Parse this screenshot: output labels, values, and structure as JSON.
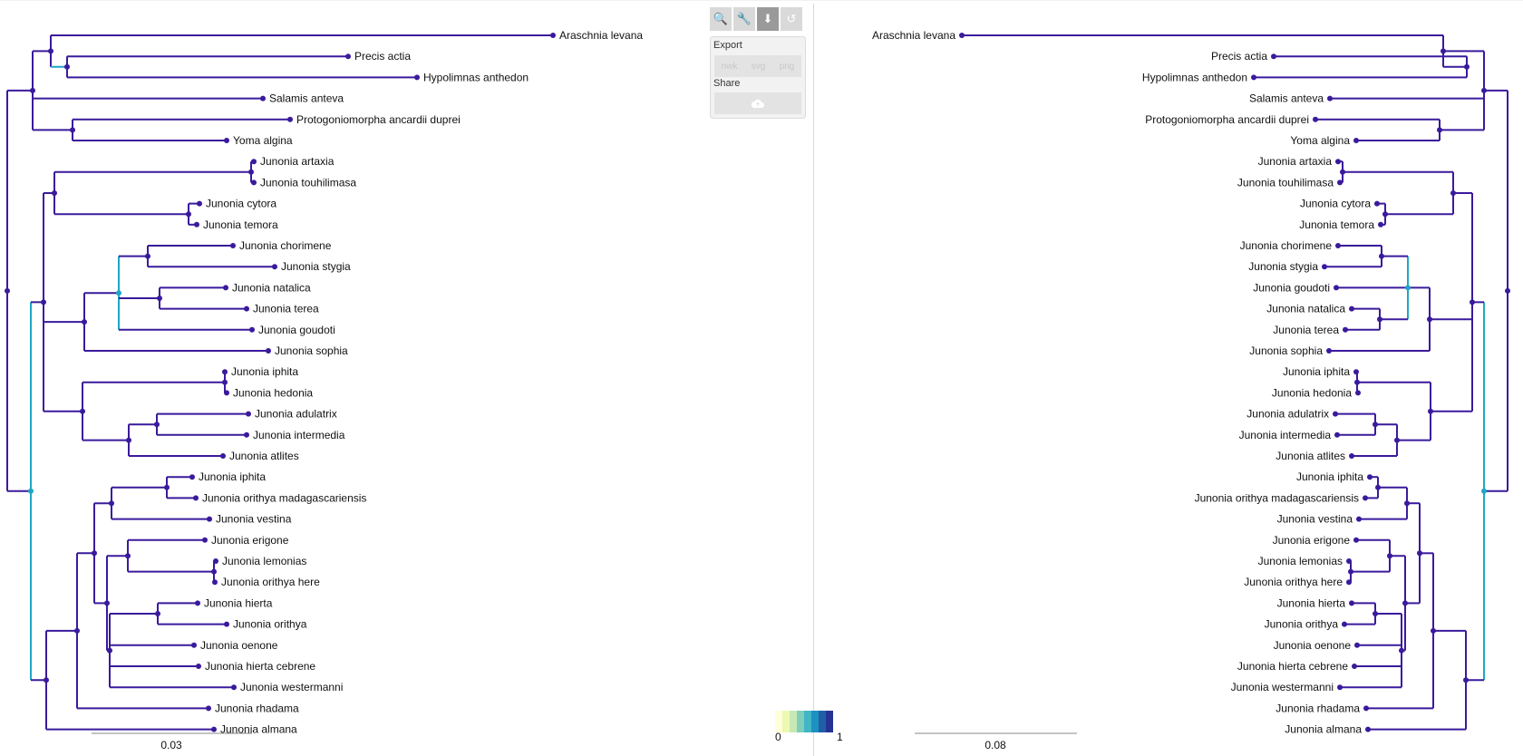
{
  "left_tree": {
    "scale_label": "0.03",
    "tips": [
      "Araschnia levana",
      "Precis actia",
      "Hypolimnas anthedon",
      "Salamis anteva",
      "Protogoniomorpha ancardii duprei",
      "Yoma algina",
      "Junonia artaxia",
      "Junonia touhilimasa",
      "Junonia cytora",
      "Junonia temora",
      "Junonia chorimene",
      "Junonia stygia",
      "Junonia natalica",
      "Junonia terea",
      "Junonia goudoti",
      "Junonia sophia",
      "Junonia iphita",
      "Junonia hedonia",
      "Junonia adulatrix",
      "Junonia intermedia",
      "Junonia atlites",
      "Junonia iphita",
      "Junonia orithya madagascariensis",
      "Junonia vestina",
      "Junonia erigone",
      "Junonia lemonias",
      "Junonia orithya here",
      "Junonia hierta",
      "Junonia orithya",
      "Junonia oenone",
      "Junonia hierta cebrene",
      "Junonia westermanni",
      "Junonia rhadama",
      "Junonia almana"
    ]
  },
  "right_tree": {
    "scale_label": "0.08",
    "tips": [
      "Araschnia levana",
      "Precis actia",
      "Hypolimnas anthedon",
      "Salamis anteva",
      "Protogoniomorpha ancardii duprei",
      "Yoma algina",
      "Junonia artaxia",
      "Junonia touhilimasa",
      "Junonia cytora",
      "Junonia temora",
      "Junonia chorimene",
      "Junonia stygia",
      "Junonia goudoti",
      "Junonia natalica",
      "Junonia terea",
      "Junonia sophia",
      "Junonia iphita",
      "Junonia hedonia",
      "Junonia adulatrix",
      "Junonia intermedia",
      "Junonia atlites",
      "Junonia iphita",
      "Junonia orithya madagascariensis",
      "Junonia vestina",
      "Junonia erigone",
      "Junonia lemonias",
      "Junonia orithya here",
      "Junonia hierta",
      "Junonia orithya",
      "Junonia oenone",
      "Junonia hierta cebrene",
      "Junonia westermanni",
      "Junonia rhadama",
      "Junonia almana"
    ]
  },
  "toolbar": {
    "buttons": [
      {
        "icon": "search-icon",
        "symbol": "🔍"
      },
      {
        "icon": "wrench-icon",
        "symbol": "🔧"
      },
      {
        "icon": "download-icon",
        "symbol": "⬇"
      },
      {
        "icon": "undo-icon",
        "symbol": "↺"
      }
    ]
  },
  "panel": {
    "export_label": "Export",
    "export_formats": [
      "nwk",
      "svg",
      "png"
    ],
    "share_label": "Share",
    "share_icon": "cloud-upload-icon"
  },
  "legend": {
    "min": "0",
    "max": "1",
    "colors": [
      "#ffffd9",
      "#edf8b1",
      "#c7e9b4",
      "#7fcdbb",
      "#41b6c4",
      "#1d91c0",
      "#225ea8",
      "#253494"
    ]
  },
  "colors": {
    "branch": "#3a1a9c",
    "highlight": "#1fa6c6"
  }
}
